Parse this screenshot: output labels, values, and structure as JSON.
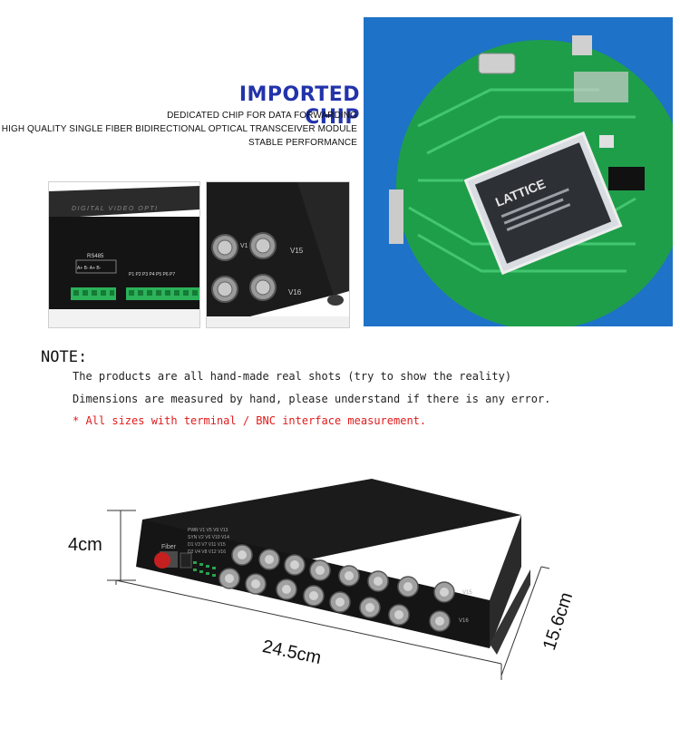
{
  "header": {
    "title": "IMPORTED CHIP",
    "lines": [
      "DEDICATED CHIP FOR DATA FORWARDING",
      "HIGH QUALITY SINGLE FIBER BIDIRECTIONAL OPTICAL TRANSCEIVER MODULE",
      "STABLE PERFORMANCE"
    ]
  },
  "photos": {
    "panel_label": "DIGITAL VIDEO OPTI",
    "rs485_label": "RS485",
    "rs485_pins": "A+ B- A+ B-",
    "port_labels": "P1 P2 P3 P4 P5 P6 P7",
    "bnc_v15": "V15",
    "bnc_v16": "V16",
    "chip_brand": "LATTICE"
  },
  "note": {
    "heading": "NOTE:",
    "line1": "The products are all hand-made real shots (try to show the reality)",
    "line2": "Dimensions are measured by hand, please understand if there is any error.",
    "line3": "* All sizes with terminal / BNC interface measurement."
  },
  "product": {
    "fiber_label": "Fiber",
    "led_labels": [
      "PWR V1 V5 V9 V13",
      "SYN V2 V6 V10 V14",
      "D1 V3 V7 V11 V15",
      "D2 V4 V8 V12 V16"
    ],
    "v15": "V15",
    "v16": "V16"
  },
  "dimensions": {
    "height": "4cm",
    "length": "24.5cm",
    "width": "15.6cm"
  },
  "colors": {
    "title": "#2233aa",
    "note_red": "#e01b1b",
    "pcb_green": "#1f9e4a",
    "panel_blue": "#1e72c8",
    "device_black": "#1a1a1a"
  }
}
